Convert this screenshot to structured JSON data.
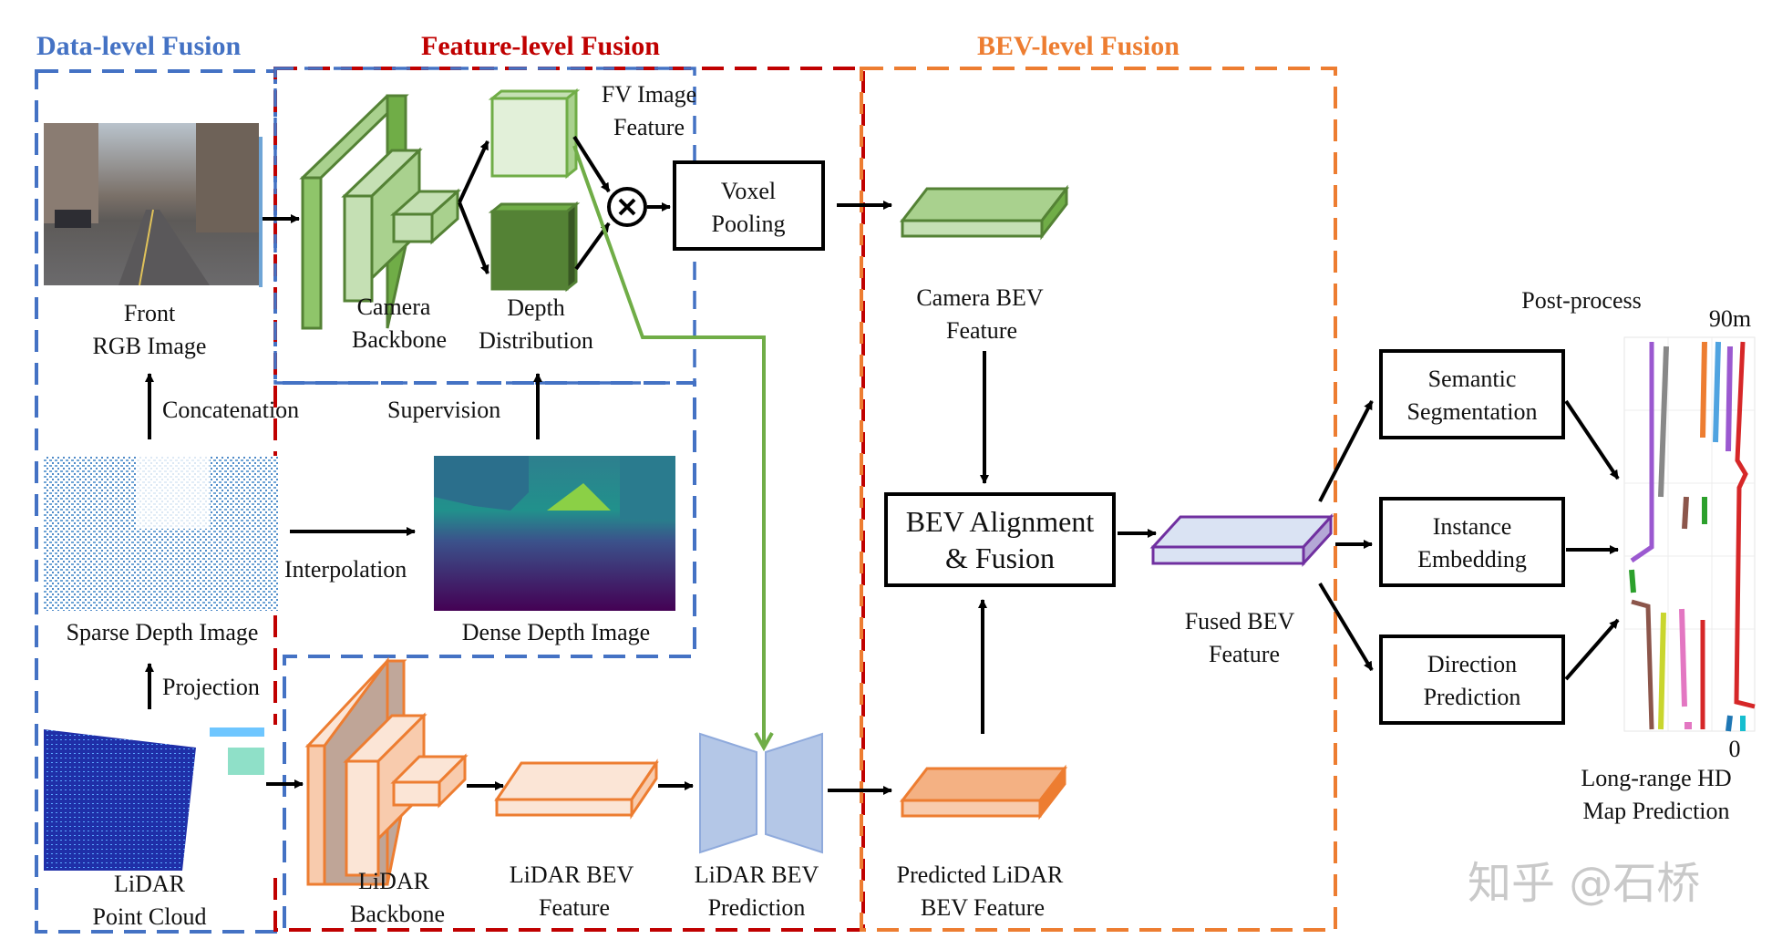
{
  "colors": {
    "data_level": "#4472c4",
    "feature_level": "#c00000",
    "bev_level": "#ed7d31",
    "camera_green": "#70ad47",
    "lidar_orange": "#ed7d31",
    "fused_purple": "#7030a0",
    "pred_blue": "#8faadc"
  },
  "sections": {
    "data_level": "Data-level Fusion",
    "feature_level": "Feature-level Fusion",
    "bev_level": "BEV-level Fusion"
  },
  "inputs": {
    "front_rgb": [
      "Front",
      "RGB Image"
    ],
    "lidar_pc": [
      "LiDAR",
      "Point Cloud"
    ],
    "sparse_depth": "Sparse Depth Image",
    "dense_depth": "Dense Depth Image"
  },
  "edges": {
    "concatenation": "Concatenation",
    "supervision": "Supervision",
    "interpolation": "Interpolation",
    "projection": "Projection"
  },
  "modules": {
    "camera_backbone": [
      "Camera",
      "Backbone"
    ],
    "fv_feature": [
      "FV Image",
      "Feature"
    ],
    "depth_dist": [
      "Depth",
      "Distribution"
    ],
    "voxel_pooling": [
      "Voxel",
      "Pooling"
    ],
    "lidar_backbone": [
      "LiDAR",
      "Backbone"
    ],
    "lidar_bev_feature": [
      "LiDAR BEV",
      "Feature"
    ],
    "lidar_bev_prediction": [
      "LiDAR BEV",
      "Prediction"
    ],
    "camera_bev_feature": [
      "Camera BEV",
      "Feature"
    ],
    "alignment": [
      "BEV Alignment",
      "& Fusion"
    ],
    "predicted_lidar_bev": [
      "Predicted LiDAR",
      "BEV Feature"
    ],
    "fused_bev": [
      "Fused BEV",
      "Feature"
    ]
  },
  "post": {
    "title": "Post-process",
    "heads": [
      [
        "Semantic",
        "Segmentation"
      ],
      [
        "Instance",
        "Embedding"
      ],
      [
        "Direction",
        "Prediction"
      ]
    ],
    "map_top": "90m",
    "map_bottom": "0",
    "map_caption": [
      "Long-range HD",
      "Map Prediction"
    ]
  },
  "watermark": "知乎 @石桥"
}
